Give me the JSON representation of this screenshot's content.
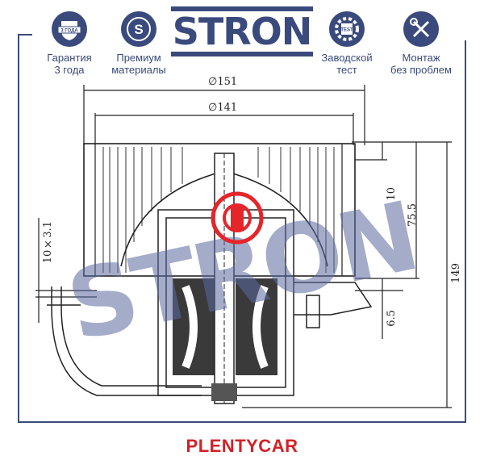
{
  "brand": {
    "logo_text": "STRON",
    "watermark_text": "STRON"
  },
  "badges": [
    {
      "icon": "shield-3years-icon",
      "line1": "Гарантия",
      "line2": "3 года",
      "icon_text": "3 ГОДА"
    },
    {
      "icon": "premium-s-icon",
      "line1": "Премиум",
      "line2": "материалы",
      "icon_text": "S"
    },
    {
      "icon": "factory-test-gear-icon",
      "line1": "Заводской",
      "line2": "тест",
      "icon_text": "TEST"
    },
    {
      "icon": "tools-icon",
      "line1": "Монтаж",
      "line2": "без проблем"
    }
  ],
  "dimensions": {
    "outer_diameter": "∅151",
    "inner_diameter": "∅141",
    "top_offset": "10",
    "height_to_flange": "75.5",
    "total_height": "149",
    "flange_offset": "6.5",
    "shaft": "10×3.1"
  },
  "footer": {
    "text": "PLENTYCAR"
  },
  "colors": {
    "brand": "#3a4a7c",
    "footer": "#d32027",
    "stamp": "#e5252a"
  }
}
